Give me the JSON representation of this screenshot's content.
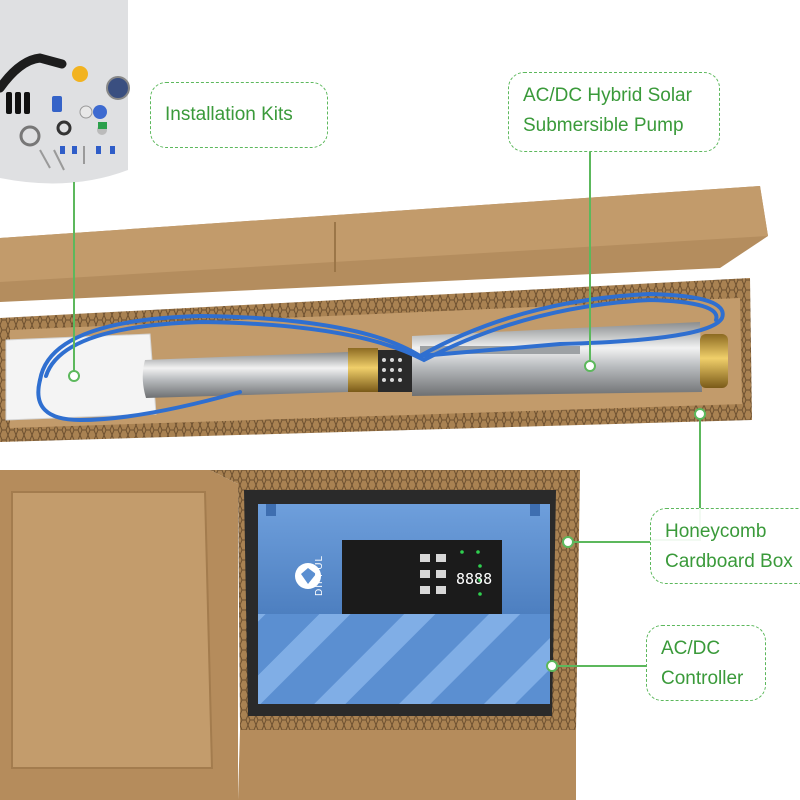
{
  "callouts": {
    "installation_kits": "Installation Kits",
    "pump_line1": "AC/DC Hybrid Solar",
    "pump_line2": "Submersible Pump",
    "box_line1": "Honeycomb",
    "box_line2": "Cardboard Box",
    "controller_line1": "AC/DC",
    "controller_line2": "Controller"
  },
  "controller": {
    "brand": "DIFFUL",
    "display": "8888"
  },
  "colors": {
    "callout_green": "#3a9a3a",
    "cardboard": "#b58c5c",
    "controller_blue": "#5b8fd1"
  }
}
